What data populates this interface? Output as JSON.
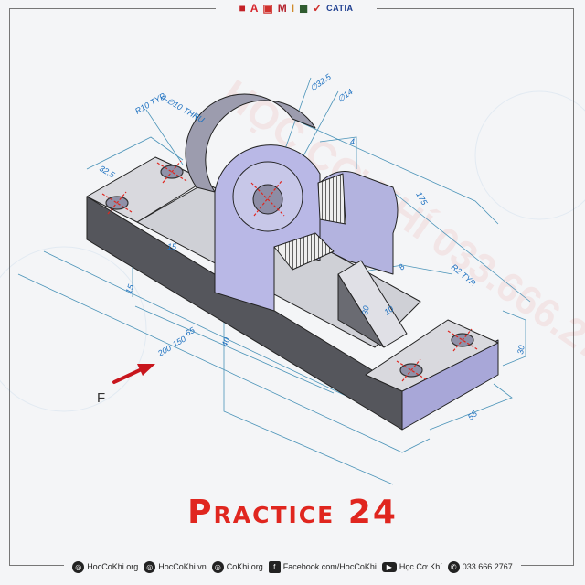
{
  "header": {
    "logos": [
      "autocad-icon",
      "autocad-a-icon",
      "solidworks-icon",
      "mastercam-icon",
      "inventor-icon",
      "creo-icon",
      "catia-icon"
    ],
    "catia_label": "CATIA"
  },
  "drawing": {
    "dimensions": {
      "r10": "R10 TYP.",
      "holes": "4-∅10 THRU",
      "d325_left": "32.5",
      "dia325": "∅32.5",
      "dia14": "∅14",
      "d4": "4",
      "d175": "175",
      "d15_top": "15",
      "d15_side": "15",
      "d65": "65",
      "d150": "150",
      "d200": "200",
      "d40": "40",
      "d8": "8",
      "r2": "R2 TYP.",
      "d30_rib": "30",
      "d10": "10",
      "d30_right": "30",
      "d55": "55"
    },
    "force_label": "F",
    "watermark": "HỌC CƠ KHÍ 033.666.2767"
  },
  "title": "Practice 24",
  "footer": {
    "items": [
      {
        "icon": "globe-icon",
        "label": "HocCoKhi.org"
      },
      {
        "icon": "globe-icon",
        "label": "HocCoKhi.vn"
      },
      {
        "icon": "globe-icon",
        "label": "CoKhi.org"
      },
      {
        "icon": "facebook-icon",
        "label": "Facebook.com/HocCoKhi"
      },
      {
        "icon": "youtube-icon",
        "label": "Học Cơ Khí"
      },
      {
        "icon": "phone-icon",
        "label": "033.666.2767"
      }
    ]
  },
  "colors": {
    "title": "#e0261f",
    "dimension": "#1a6fc0",
    "part_face": "#b9b8e6",
    "part_dark": "#55565c",
    "centerline": "#e0261f"
  }
}
